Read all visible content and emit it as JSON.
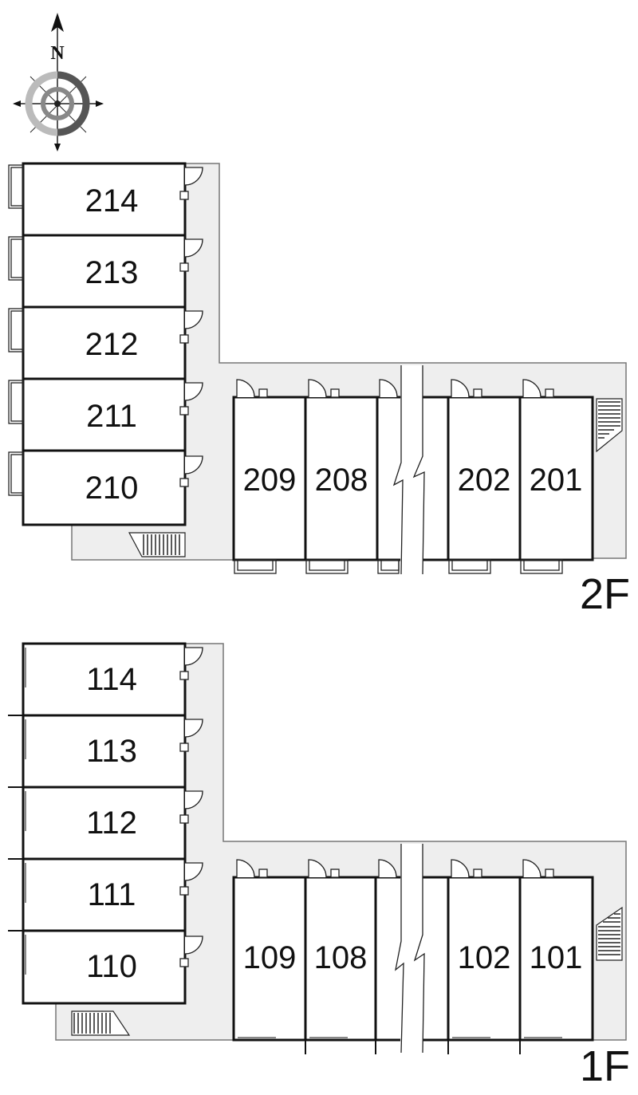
{
  "compass": {
    "label": "N"
  },
  "floors": [
    {
      "label": "2F",
      "west_units": [
        "214",
        "213",
        "212",
        "211",
        "210"
      ],
      "east_units": [
        "209",
        "208",
        "202",
        "201"
      ]
    },
    {
      "label": "1F",
      "west_units": [
        "114",
        "113",
        "112",
        "111",
        "110"
      ],
      "east_units": [
        "109",
        "108",
        "102",
        "101"
      ]
    }
  ]
}
